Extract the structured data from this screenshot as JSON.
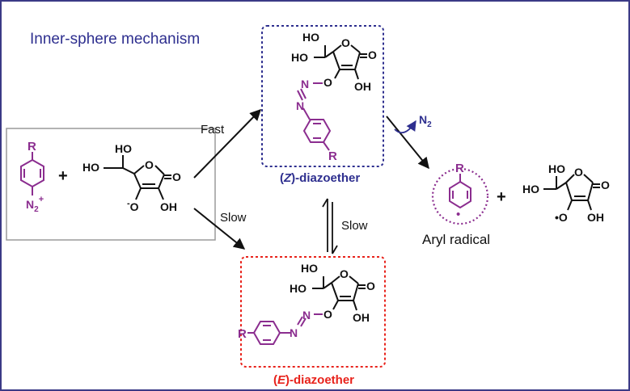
{
  "title": "Inner-sphere mechanism",
  "labels": {
    "fast": "Fast",
    "slow_lower": "Slow",
    "slow_vertical": "Slow",
    "plus_1": "+",
    "plus_2": "+",
    "aryl_radical": "Aryl radical",
    "z_prefix": "(",
    "z_letter": "Z",
    "z_suffix": ")-diazoether",
    "e_prefix": "(",
    "e_letter": "E",
    "e_suffix": ")-diazoether"
  },
  "atoms": {
    "R": "R",
    "N": "N",
    "O": "O",
    "OH": "OH",
    "HO": "HO",
    "N2": "N",
    "sub2": "2",
    "sup_plus": "+",
    "sup_minus": "-",
    "radical_dot": "•"
  },
  "colors": {
    "frame": "#3b3a86",
    "title": "#2e2f8f",
    "z_box": "#2e2f8f",
    "e_box": "#e8221b",
    "aryl_circle": "#8b2d8f",
    "aryl": "#8b2d8f",
    "blue_n2": "#2e2f8f",
    "black": "#111111",
    "left_box": "#9a9a9a"
  }
}
